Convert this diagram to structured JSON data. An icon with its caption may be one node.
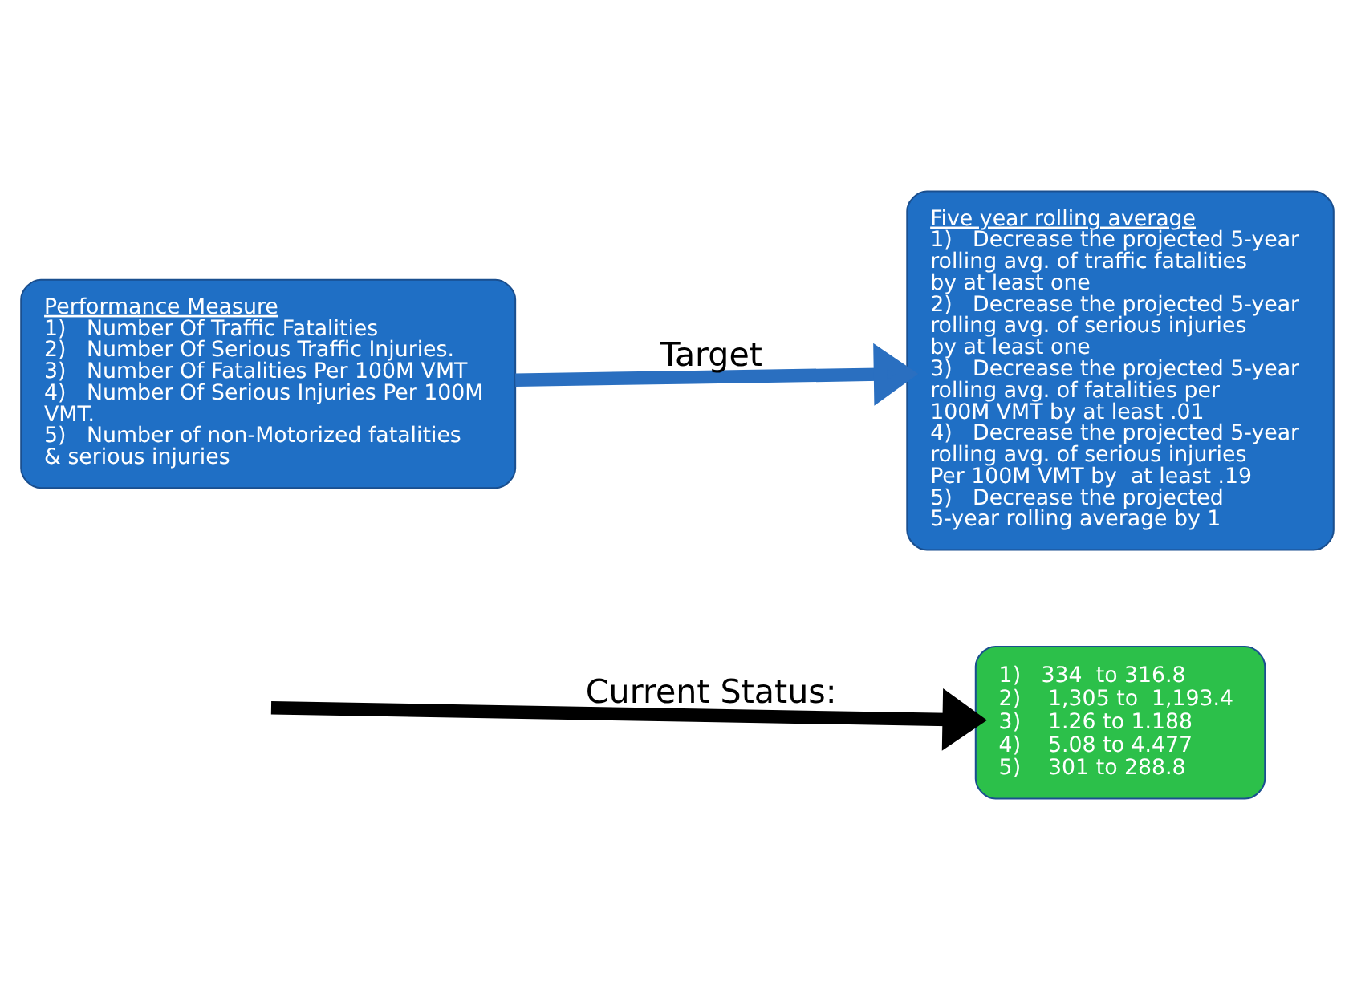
{
  "diagram": {
    "nodes": [
      {
        "text": [
          "Performance Measure",
          "1)   Number Of Traffic Fatalities",
          "2)   Number Of Serious Traffic Injuries.",
          "3)   Number Of Fatalities Per 100M VMT",
          "4)   Number Of Serious Injuries Per 100M VMT.",
          "5)   Number of non-Motorized fatalities & serious injuries"
        ]
      },
      {
        "text": [
          "Five year rolling average",
          "1)   Decrease the projected 5-year rolling avg. of traffic fatalities  by at least one",
          "2)   Decrease the projected 5-year rolling avg. of serious injuries by at least one",
          "3)   Decrease the projected 5-year rolling avg. of fatalities per 100M VMT by at least .01",
          "4)   Decrease the projected 5-year rolling avg. of serious injuries Per 100M VMT by  at least .19",
          "5)   Decrease the projected  5-year rolling average by 1"
        ]
      },
      {
        "text": [
          "1)   334  to 316.8",
          "2)    1,305 to  1,193.4",
          "3)    1.26 to 1.188",
          "4)    5.08 to 4.477",
          "5)    301 to 288.8"
        ]
      }
    ],
    "edges": [
      {
        "from": 0,
        "to": 1,
        "arrow": "to",
        "label": "Target",
        "color": "#2a6fc0"
      },
      {
        "from": null,
        "to": 2,
        "arrow": "to",
        "label": "Current Status:",
        "color": "#000000"
      }
    ]
  }
}
